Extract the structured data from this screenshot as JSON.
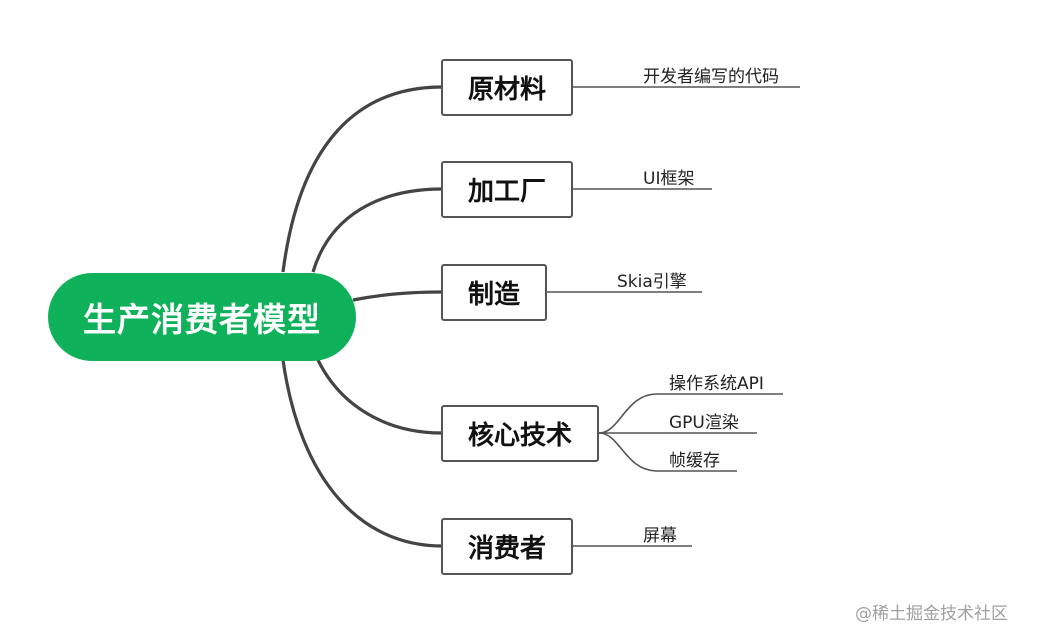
{
  "root": {
    "label": "生产消费者模型"
  },
  "branches": [
    {
      "label": "原材料",
      "leaves": [
        "开发者编写的代码"
      ]
    },
    {
      "label": "加工厂",
      "leaves": [
        "UI框架"
      ]
    },
    {
      "label": "制造",
      "leaves": [
        "Skia引擎"
      ]
    },
    {
      "label": "核心技术",
      "leaves": [
        "操作系统API",
        "GPU渲染",
        "帧缓存"
      ]
    },
    {
      "label": "消费者",
      "leaves": [
        "屏幕"
      ]
    }
  ],
  "watermark": "@稀土掘金技术社区",
  "colors": {
    "root_fill": "#0fb25a",
    "node_border": "#555555",
    "line": "#444444"
  }
}
